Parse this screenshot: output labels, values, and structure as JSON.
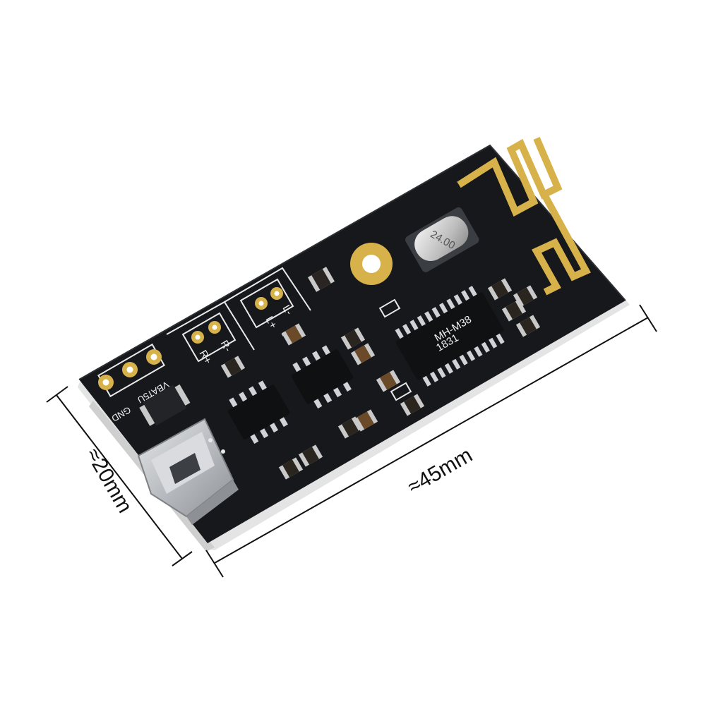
{
  "dimensions": {
    "width_label": "≈45mm",
    "height_label": "≈20mm"
  },
  "silkscreen": {
    "pin_vbat": "VBAT",
    "pin_5v": "5U",
    "pin_gnd": "GND",
    "right_plus": "R+",
    "right_minus": "R-",
    "left_plus": "L+",
    "left_minus": "L-",
    "chip_line1": "MH-M38",
    "chip_line2": "1831",
    "crystal_mark": "24.00"
  },
  "colors": {
    "pcb": "#16181b",
    "pcb_edge": "#dcdcdc",
    "gold": "#d7b24a",
    "silk": "#f2f2f2",
    "usb_metal": "#bfc2c6",
    "dimension_line": "#111111"
  }
}
